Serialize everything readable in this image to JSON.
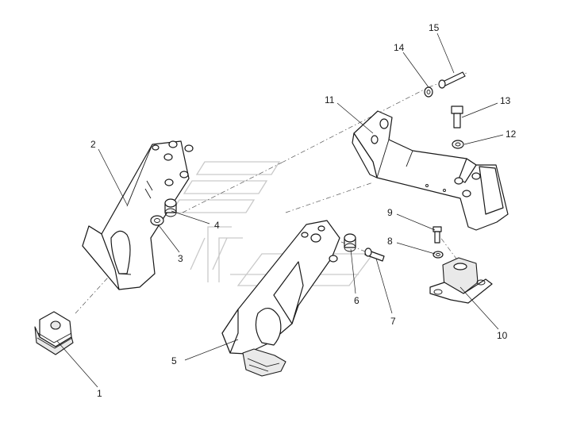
{
  "callouts": [
    {
      "id": "c1",
      "label": "1"
    },
    {
      "id": "c2",
      "label": "2"
    },
    {
      "id": "c3",
      "label": "3"
    },
    {
      "id": "c4",
      "label": "4"
    },
    {
      "id": "c5",
      "label": "5"
    },
    {
      "id": "c6",
      "label": "6"
    },
    {
      "id": "c7",
      "label": "7"
    },
    {
      "id": "c8",
      "label": "8"
    },
    {
      "id": "c9",
      "label": "9"
    },
    {
      "id": "c10",
      "label": "10"
    },
    {
      "id": "c11",
      "label": "11"
    },
    {
      "id": "c12",
      "label": "12"
    },
    {
      "id": "c13",
      "label": "13"
    },
    {
      "id": "c14",
      "label": "14"
    },
    {
      "id": "c15",
      "label": "15"
    }
  ],
  "colors": {
    "line": "#1a1a1a",
    "watermark": "#c9c9c9",
    "background": "#ffffff"
  }
}
